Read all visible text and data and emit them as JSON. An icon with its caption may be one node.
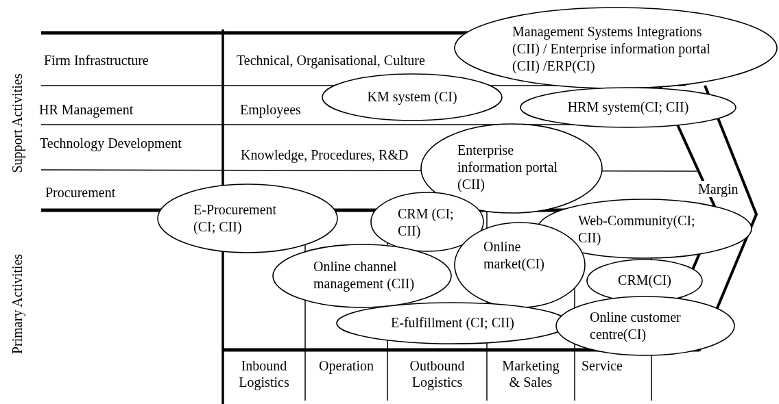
{
  "diagram": {
    "nodes": [
      {
        "text": [
          "Management Systems Integrations (CII) / Enterprise information portal (CII) /ERP(CI)"
        ]
      },
      {
        "text": [
          "KM system (CI)"
        ]
      },
      {
        "text": [
          "HRM system(CI; CII)"
        ]
      },
      {
        "text": [
          "Enterprise information portal (CII)"
        ]
      },
      {
        "text": [
          "E-Procurement (CI; CII)"
        ]
      },
      {
        "text": [
          "CRM (CI; CII)"
        ]
      },
      {
        "text": [
          "Web-Community(CI; CII)"
        ]
      },
      {
        "text": [
          "Online market(CI)"
        ]
      },
      {
        "text": [
          "Online channel management (CII)"
        ]
      },
      {
        "text": [
          "CRM(CI)"
        ]
      },
      {
        "text": [
          "E-fulfillment (CI; CII)"
        ]
      },
      {
        "text": [
          "Online customer centre(CI)"
        ]
      }
    ],
    "labels": [
      "Support Activities",
      "Firm Infrastructure",
      "Technical, Organisational, Culture",
      "HR Management",
      "Employees",
      "Technology Development",
      "Knowledge, Procedures, R&D",
      "Procurement",
      "Margin",
      "Primary Activities",
      "Inbound Logistics",
      "Operation",
      "Outbound Logistics",
      "Marketing & Sales",
      "Service"
    ]
  }
}
